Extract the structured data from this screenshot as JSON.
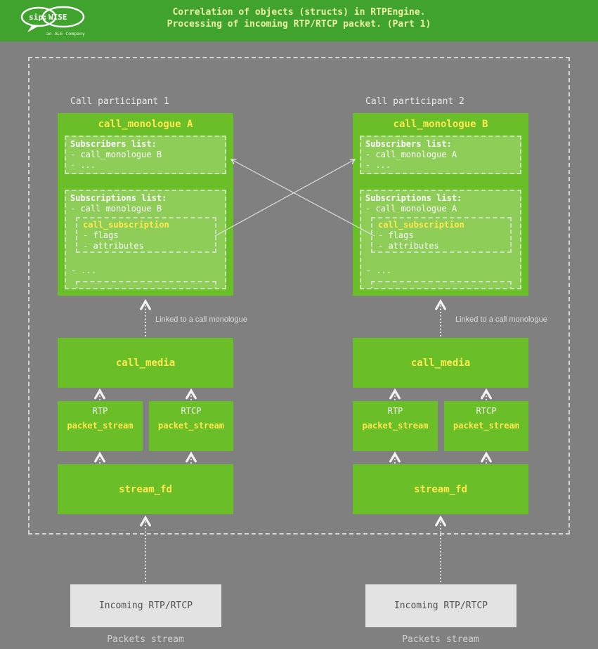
{
  "header": {
    "title_line1": "Correlation of objects (structs) in RTPEngine.",
    "title_line2": "Processing of incoming RTP/RTCP packet. (Part 1)",
    "logo": {
      "brand_left": "sip:",
      "brand_right": "WISE",
      "tagline": "an ALE Company"
    }
  },
  "labels": {
    "linked": "Linked to a call monologue",
    "incoming": "Incoming RTP/RTCP",
    "packets_stream": "Packets stream"
  },
  "participants": [
    {
      "label": "Call participant 1",
      "monologue_title": "call_monologue A",
      "subscribers": {
        "title": "Subscribers list:",
        "items": [
          "- call_monologue B",
          "- ..."
        ]
      },
      "subscriptions": {
        "title": "Subscriptions list:",
        "item": "- call monologue B",
        "subscription_box": {
          "title": "call_subscription",
          "items": [
            "- flags",
            "- attributes"
          ]
        },
        "more": "- ..."
      },
      "call_media": "call_media",
      "streams": [
        {
          "protocol": "RTP",
          "label": "packet_stream"
        },
        {
          "protocol": "RTCP",
          "label": "packet_stream"
        }
      ],
      "stream_fd": "stream_fd"
    },
    {
      "label": "Call participant 2",
      "monologue_title": "call_monologue B",
      "subscribers": {
        "title": "Subscribers list:",
        "items": [
          "- call_monologue A",
          "- ..."
        ]
      },
      "subscriptions": {
        "title": "Subscriptions list:",
        "item": "- call monologue A",
        "subscription_box": {
          "title": "call_subscription",
          "items": [
            "- flags",
            "- attributes"
          ]
        },
        "more": "- ..."
      },
      "call_media": "call_media",
      "streams": [
        {
          "protocol": "RTP",
          "label": "packet_stream"
        },
        {
          "protocol": "RTCP",
          "label": "packet_stream"
        }
      ],
      "stream_fd": "stream_fd"
    }
  ],
  "colors": {
    "bg_gray": "#808080",
    "header_green": "#3fa32e",
    "box_green": "#6abe27",
    "panel_green": "#8ecd58",
    "accent_yellow": "#ffe94f",
    "title_yellow": "#edf2a5",
    "incoming_gray": "#e3e3e3",
    "arrow_white": "#f2f2f2"
  }
}
